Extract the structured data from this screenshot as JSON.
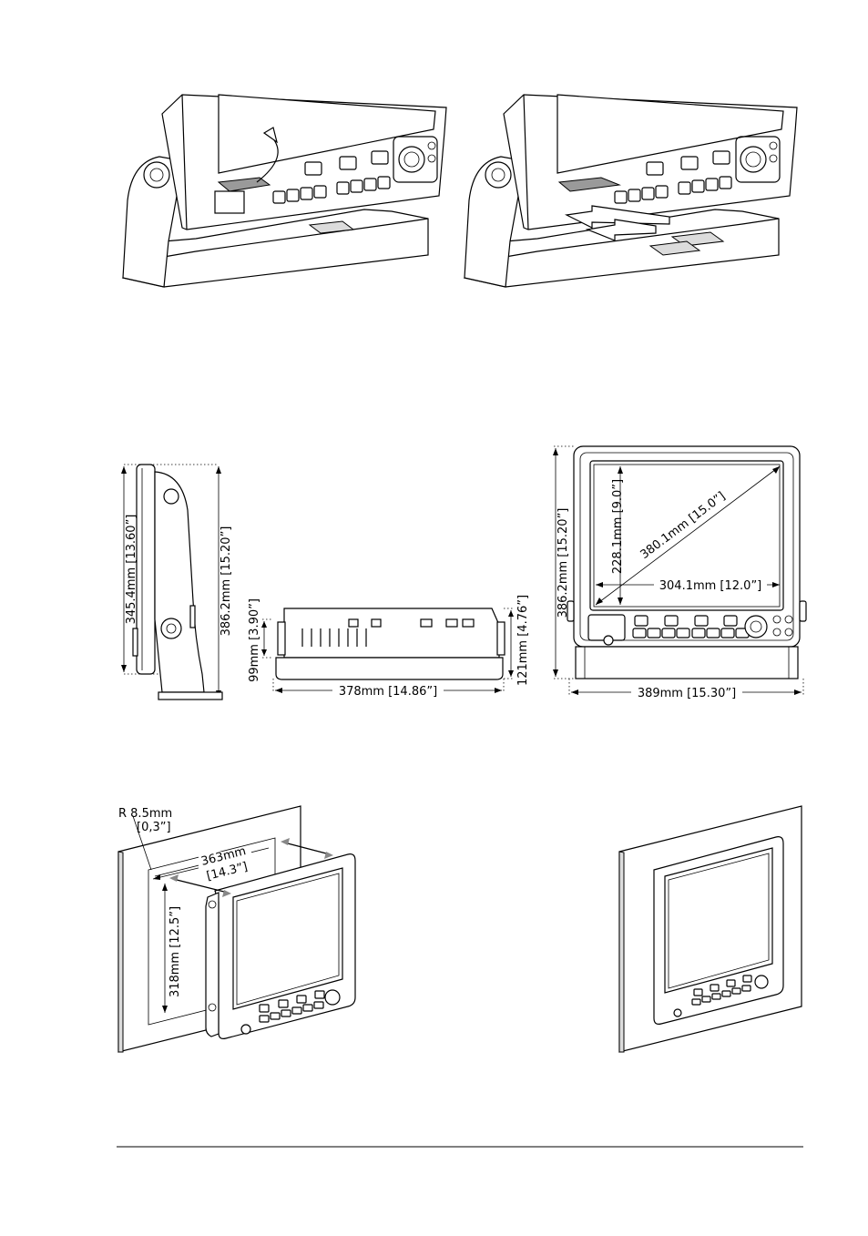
{
  "side_view": {
    "height_front": "345.4mm [13.60”]",
    "height_total": "386.2mm [15.20”]"
  },
  "top_view": {
    "depth_body": "99mm [3.90”]",
    "depth_total": "121mm [4.76”]",
    "width": "378mm [14.86”]"
  },
  "front_view": {
    "screen_height": "228.1mm [9.0”]",
    "screen_diagonal": "380.1mm [15.0”]",
    "screen_width": "304.1mm [12.0”]",
    "height_total": "386.2mm [15.20”]",
    "width_total": "389mm [15.30”]"
  },
  "cutout": {
    "radius": "R 8.5mm",
    "radius_in": "[0,3”]",
    "width_mm": "363mm",
    "width_in": "[14.3”]",
    "height": "318mm [12.5”]"
  }
}
